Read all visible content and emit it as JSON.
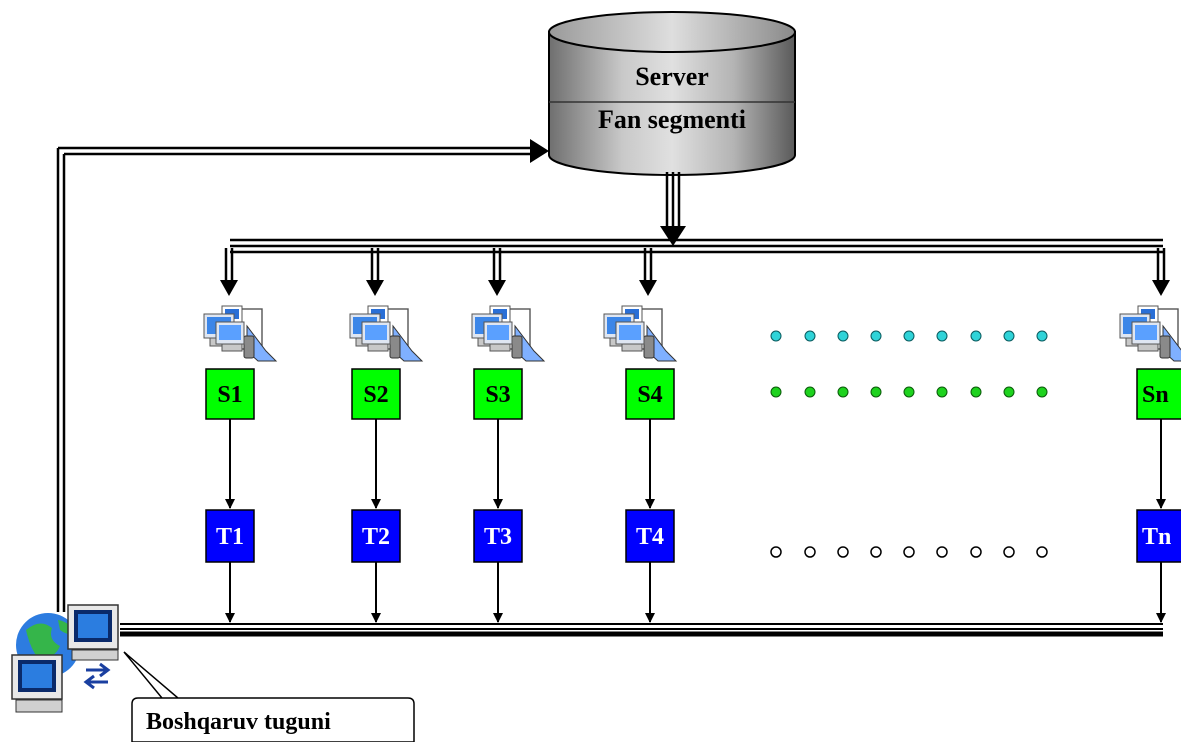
{
  "server": {
    "title": "Server",
    "subtitle": "Fan segmenti"
  },
  "stations": [
    {
      "s_label": "S1",
      "t_label": "T1"
    },
    {
      "s_label": "S2",
      "t_label": "T2"
    },
    {
      "s_label": "S3",
      "t_label": "T3"
    },
    {
      "s_label": "S4",
      "t_label": "T4"
    },
    {
      "s_label": "Sn",
      "t_label": "Tn"
    }
  ],
  "control_node": {
    "label": "Boshqaruv tuguni"
  },
  "colors": {
    "s_box": "#00ff00",
    "t_box": "#0000ff",
    "cyan_dots": "#2fd3d8",
    "green_dots": "#1ed21e",
    "line": "#000000"
  },
  "icons": {
    "workstation": "networked-computer-icon",
    "control": "globe-network-computers-icon"
  }
}
